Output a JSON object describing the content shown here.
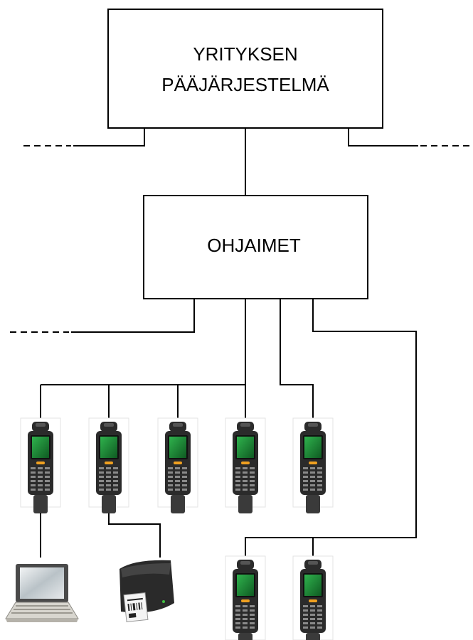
{
  "boxes": {
    "top": {
      "line1": "YRITYKSEN",
      "line2": "PÄÄJÄRJESTELMÄ"
    },
    "middle": {
      "label": "OHJAIMET"
    }
  },
  "devices": {
    "scanner_icon": "handheld-scanner-icon",
    "laptop_icon": "laptop-icon",
    "printer_icon": "label-printer-icon",
    "scanner_count": 7
  },
  "colors": {
    "line": "#000000",
    "scanner_body": "#2b2b2b",
    "scanner_screen": "#1f8a3a",
    "scanner_key_accent": "#f0a020",
    "laptop_screen": "#cfd6da",
    "printer_body": "#2a2a2a"
  }
}
